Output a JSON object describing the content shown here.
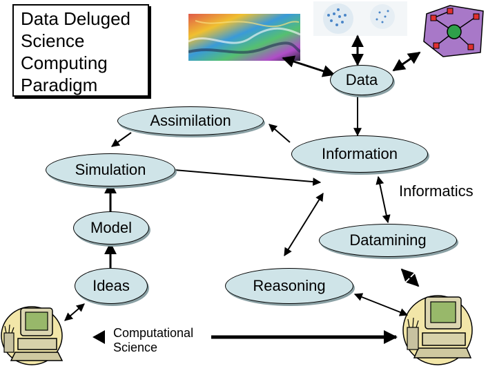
{
  "title": {
    "lines": [
      "Data Deluged",
      "Science",
      "Computing",
      "Paradigm"
    ]
  },
  "nodes": {
    "data": "Data",
    "assimilation": "Assimilation",
    "information": "Information",
    "simulation": "Simulation",
    "informatics": "Informatics",
    "model": "Model",
    "datamining": "Datamining",
    "ideas": "Ideas",
    "reasoning": "Reasoning"
  },
  "computational_science": {
    "line1": "Computational",
    "line2": "Science"
  },
  "colors": {
    "node_fill": "#cfe4e8",
    "arrow": "#000000",
    "background": "#ffffff"
  },
  "icons": [
    "satellite-map-image",
    "cell-dish-image",
    "network-graph-image",
    "computer-left-icon",
    "computer-right-icon"
  ]
}
